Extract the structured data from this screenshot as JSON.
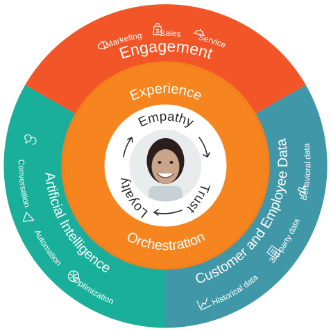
{
  "colors": {
    "engagement": "#f25527",
    "customer_data": "#3f97a8",
    "artificial_intelligence": "#1aaf9a",
    "orchestration_ring": "#f7851f",
    "core": "#ffffff",
    "core_text": "#2c2c2c"
  },
  "outer_segments": {
    "engagement": {
      "title": "Engagement",
      "items": [
        {
          "label": "Marketing",
          "icon": "megaphone-icon"
        },
        {
          "label": "Sales",
          "icon": "dollar-bag-icon"
        },
        {
          "label": "Service",
          "icon": "service-bell-icon"
        }
      ]
    },
    "customer_data": {
      "title": "Customer and Employee Data",
      "items": [
        {
          "label": "Behavioral data",
          "icon": "bar-chart-icon"
        },
        {
          "label": "3rd party data",
          "icon": "document-icon"
        },
        {
          "label": "Historical data",
          "icon": "line-chart-icon"
        }
      ]
    },
    "artificial_intelligence": {
      "title": "Artificial Intelligence",
      "items": [
        {
          "label": "Conversation",
          "icon": "chat-bubbles-icon"
        },
        {
          "label": "Automation",
          "icon": "triangle-play-icon"
        },
        {
          "label": "Optimization",
          "icon": "brain-icon"
        }
      ]
    }
  },
  "inner_ring": {
    "top": "Experience",
    "bottom": "Orchestration"
  },
  "core": {
    "top": "Empathy",
    "right": "Trust",
    "left": "Loyalty",
    "avatar": "person-avatar"
  }
}
